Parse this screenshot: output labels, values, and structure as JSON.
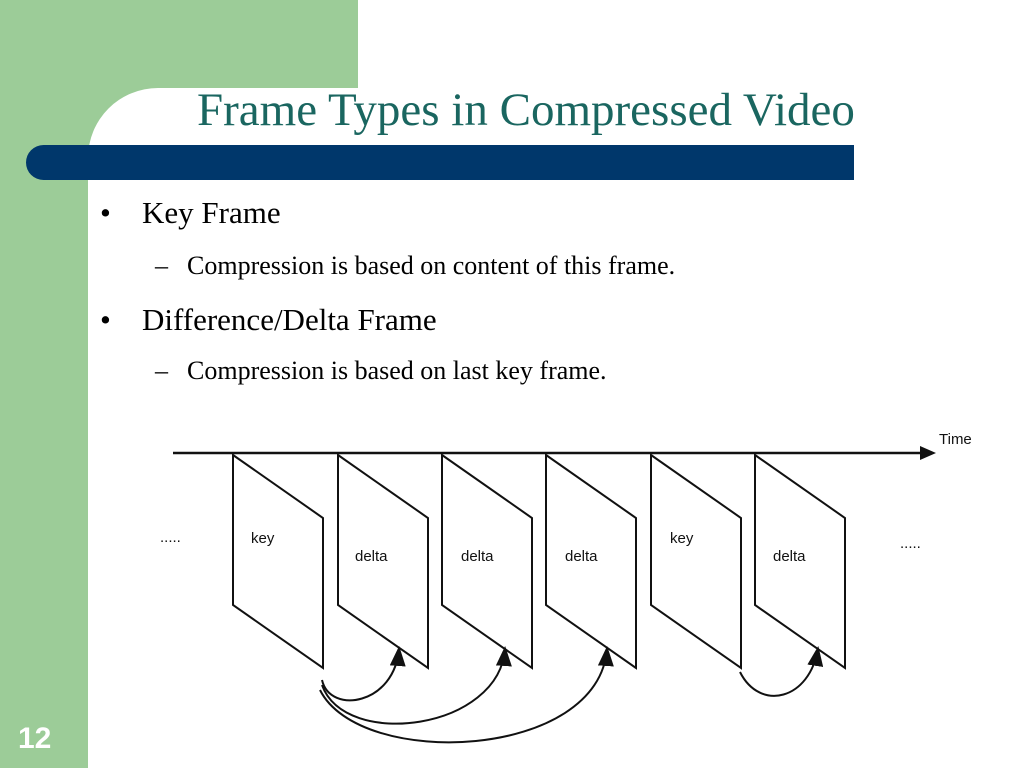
{
  "slide": {
    "title": "Frame Types in Compressed Video",
    "page_number": "12",
    "colors": {
      "title": "#1a6660",
      "bar": "#00376b",
      "band": "#9ccc98"
    }
  },
  "bullets": [
    {
      "text": "Key Frame",
      "sub": "Compression is based on content of this frame."
    },
    {
      "text": "Difference/Delta Frame",
      "sub": "Compression is based on last key frame."
    }
  ],
  "diagram": {
    "time_label": "Time",
    "ellipsis_left": ".....",
    "ellipsis_right": ".....",
    "frames": [
      "key",
      "delta",
      "delta",
      "delta",
      "key",
      "delta"
    ]
  }
}
